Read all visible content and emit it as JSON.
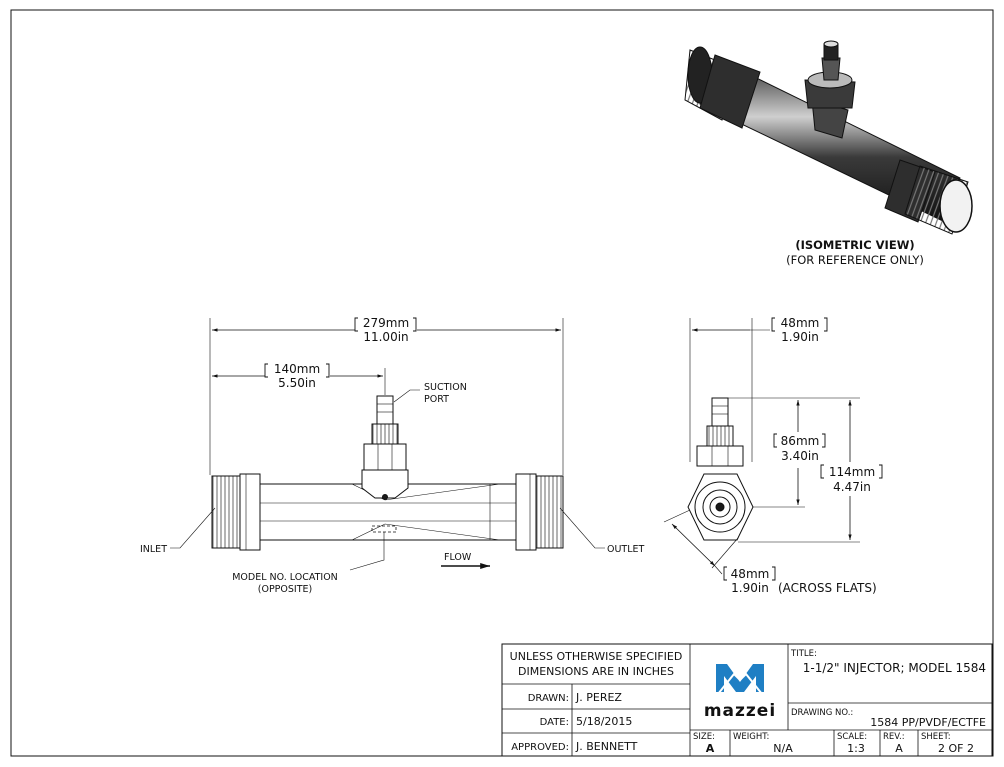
{
  "views": {
    "isometric": {
      "title": "(ISOMETRIC VIEW)",
      "subtitle": "(FOR REFERENCE ONLY)"
    },
    "front": {
      "overall_mm": "279mm",
      "overall_in": "11.00in",
      "half_mm": "140mm",
      "half_in": "5.50in",
      "suction_label_1": "SUCTION",
      "suction_label_2": "PORT",
      "inlet_label": "INLET",
      "outlet_label": "OUTLET",
      "flow_label": "FLOW",
      "model_label_1": "MODEL NO. LOCATION",
      "model_label_2": "(OPPOSITE)"
    },
    "side": {
      "width_mm": "48mm",
      "width_in": "1.90in",
      "port_mm": "86mm",
      "port_in": "3.40in",
      "height_mm": "114mm",
      "height_in": "4.47in",
      "flats_mm": "48mm",
      "flats_in": "1.90in",
      "flats_note": "(ACROSS FLATS)"
    }
  },
  "title_block": {
    "note_line_1": "UNLESS OTHERWISE SPECIFIED",
    "note_line_2": "DIMENSIONS ARE IN INCHES",
    "drawn_label": "DRAWN:",
    "drawn_value": "J. PEREZ",
    "date_label": "DATE:",
    "date_value": "5/18/2015",
    "approved_label": "APPROVED:",
    "approved_value": "J. BENNETT",
    "logo_text": "mazzei",
    "title_label": "TITLE:",
    "title_value": "1-1/2\" INJECTOR; MODEL 1584",
    "drawing_no_label": "DRAWING NO.:",
    "drawing_no_value": "1584 PP/PVDF/ECTFE",
    "size_label": "SIZE:",
    "size_value": "A",
    "weight_label": "WEIGHT:",
    "weight_value": "N/A",
    "scale_label": "SCALE:",
    "scale_value": "1:3",
    "rev_label": "REV.:",
    "rev_value": "A",
    "sheet_label": "SHEET:",
    "sheet_value": "2 OF 2"
  },
  "colors": {
    "logo_blue": "#1f7fc4",
    "line": "#111111"
  }
}
